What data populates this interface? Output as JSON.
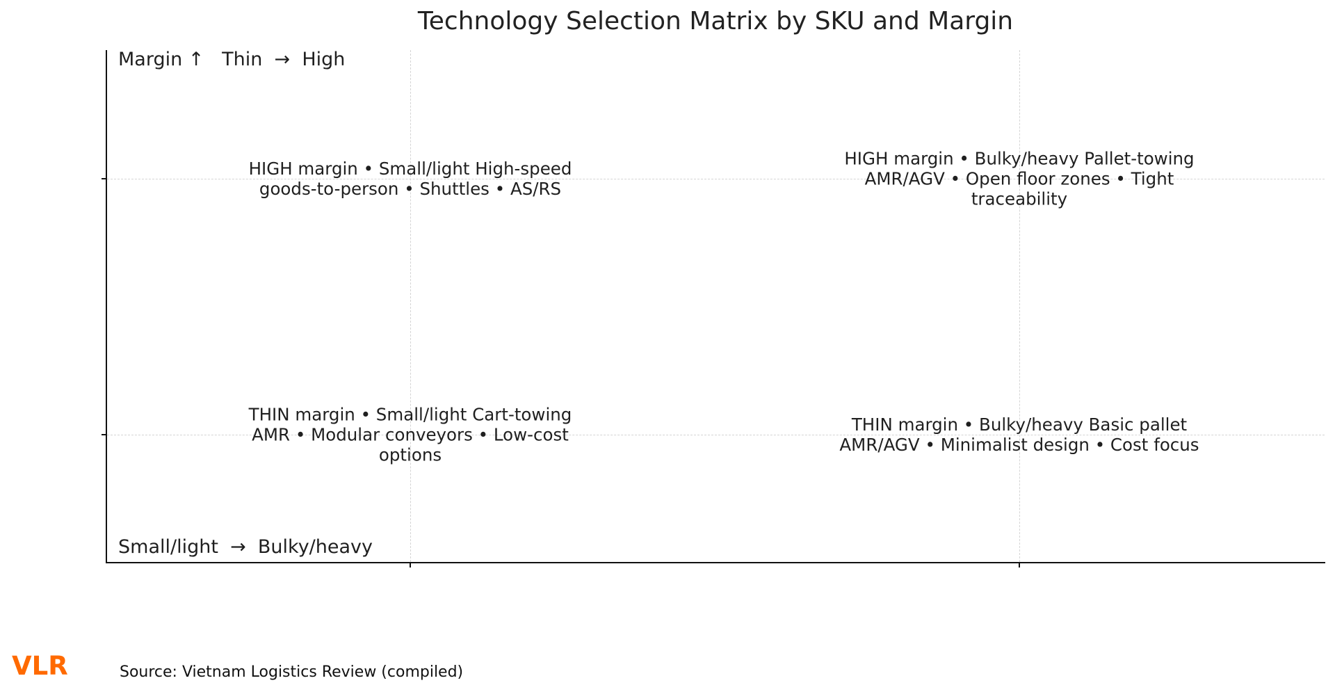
{
  "title": "Technology Selection Matrix by SKU and Margin",
  "axes": {
    "y_axis_label": "Margin ↑   Thin  →  High",
    "x_axis_label": "Small/light  →  Bulky/heavy"
  },
  "quadrants": {
    "high_small": "HIGH margin • Small/light High-speed goods-to-person • Shuttles • AS/RS",
    "high_bulky": "HIGH margin • Bulky/heavy Pallet-towing AMR/AGV • Open floor zones • Tight traceability",
    "thin_small": "THIN margin • Small/light Cart-towing AMR • Modular conveyors • Low-cost options",
    "thin_bulky": "THIN margin • Bulky/heavy Basic pallet AMR/AGV • Minimalist design • Cost focus"
  },
  "footer": {
    "logo": "VLR",
    "source": "Source: Vietnam Logistics Review (compiled)"
  },
  "colors": {
    "brand": "#FF6A00",
    "text": "#1F1F1F",
    "axis": "#111111",
    "grid": "#D4D4D4"
  },
  "chart_data": {
    "type": "table",
    "title": "Technology Selection Matrix by SKU and Margin",
    "xlabel": "Small/light → Bulky/heavy",
    "ylabel": "Margin ↑ Thin → High",
    "x_categories": [
      "Small/light",
      "Bulky/heavy"
    ],
    "y_categories": [
      "THIN margin",
      "HIGH margin"
    ],
    "cells": [
      {
        "x": "Small/light",
        "y": "HIGH margin",
        "text": "HIGH margin • Small/light High-speed goods-to-person • Shuttles • AS/RS"
      },
      {
        "x": "Bulky/heavy",
        "y": "HIGH margin",
        "text": "HIGH margin • Bulky/heavy Pallet-towing AMR/AGV • Open floor zones • Tight traceability"
      },
      {
        "x": "Small/light",
        "y": "THIN margin",
        "text": "THIN margin • Small/light Cart-towing AMR • Modular conveyors • Low-cost options"
      },
      {
        "x": "Bulky/heavy",
        "y": "THIN margin",
        "text": "THIN margin • Bulky/heavy Basic pallet AMR/AGV • Minimalist design • Cost focus"
      }
    ],
    "grid": true,
    "tick_labels_shown": false,
    "source": "Source: Vietnam Logistics Review (compiled)"
  }
}
